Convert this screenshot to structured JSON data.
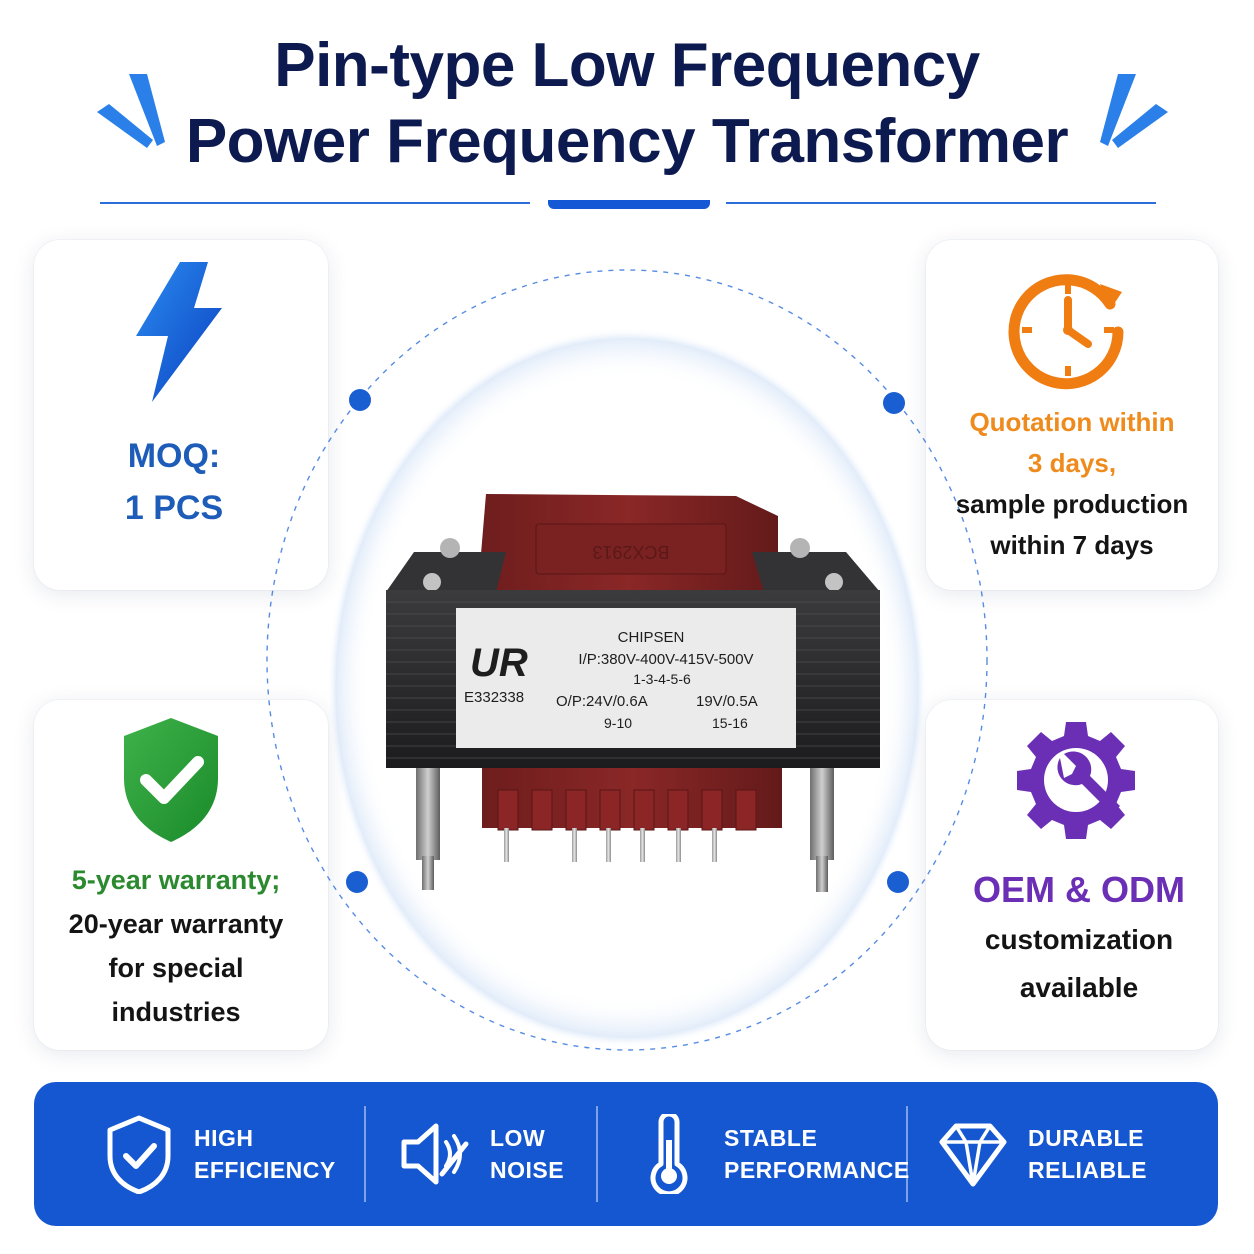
{
  "header": {
    "title_line1": "Pin-type Low Frequency",
    "title_line2": "Power Frequency Transformer"
  },
  "cards": {
    "moq": {
      "line1": "MOQ:",
      "line2": "1 PCS",
      "icon": "lightning-icon"
    },
    "quotation": {
      "line1": "Quotation within",
      "line2": "3 days,",
      "line3": "sample production",
      "line4": "within 7 days",
      "icon": "clock-icon"
    },
    "warranty": {
      "line1": "5-year warranty;",
      "line2": "20-year warranty",
      "line3": "for special",
      "line4": "industries",
      "icon": "shield-check-icon"
    },
    "oem": {
      "line1": "OEM & ODM",
      "line2": "customization",
      "line3": "available",
      "icon": "gear-wrench-icon"
    }
  },
  "product_label": {
    "brand": "CHIPSEN",
    "cert_no": "E332338",
    "input": "I/P:380V-400V-415V-500V",
    "input_pins": "1-3-4-5-6",
    "output1": "O/P:24V/0.6A",
    "output2": "19V/0.5A",
    "output1_pins": "9-10",
    "output2_pins": "15-16",
    "bobbin_text": "BCX2913",
    "cert_mark": "UR"
  },
  "features": [
    {
      "line1": "HIGH",
      "line2": "EFFICIENCY",
      "icon": "shield-check-icon"
    },
    {
      "line1": "LOW",
      "line2": "NOISE",
      "icon": "speaker-mute-icon"
    },
    {
      "line1": "STABLE",
      "line2": "PERFORMANCE",
      "icon": "thermometer-icon"
    },
    {
      "line1": "DURABLE",
      "line2": "RELIABLE",
      "icon": "diamond-icon"
    }
  ],
  "colors": {
    "title": "#0d1a4f",
    "accent_blue": "#1557d0",
    "orange": "#ee8b1c",
    "green": "#2b8a2f",
    "purple": "#6a2fb5"
  }
}
